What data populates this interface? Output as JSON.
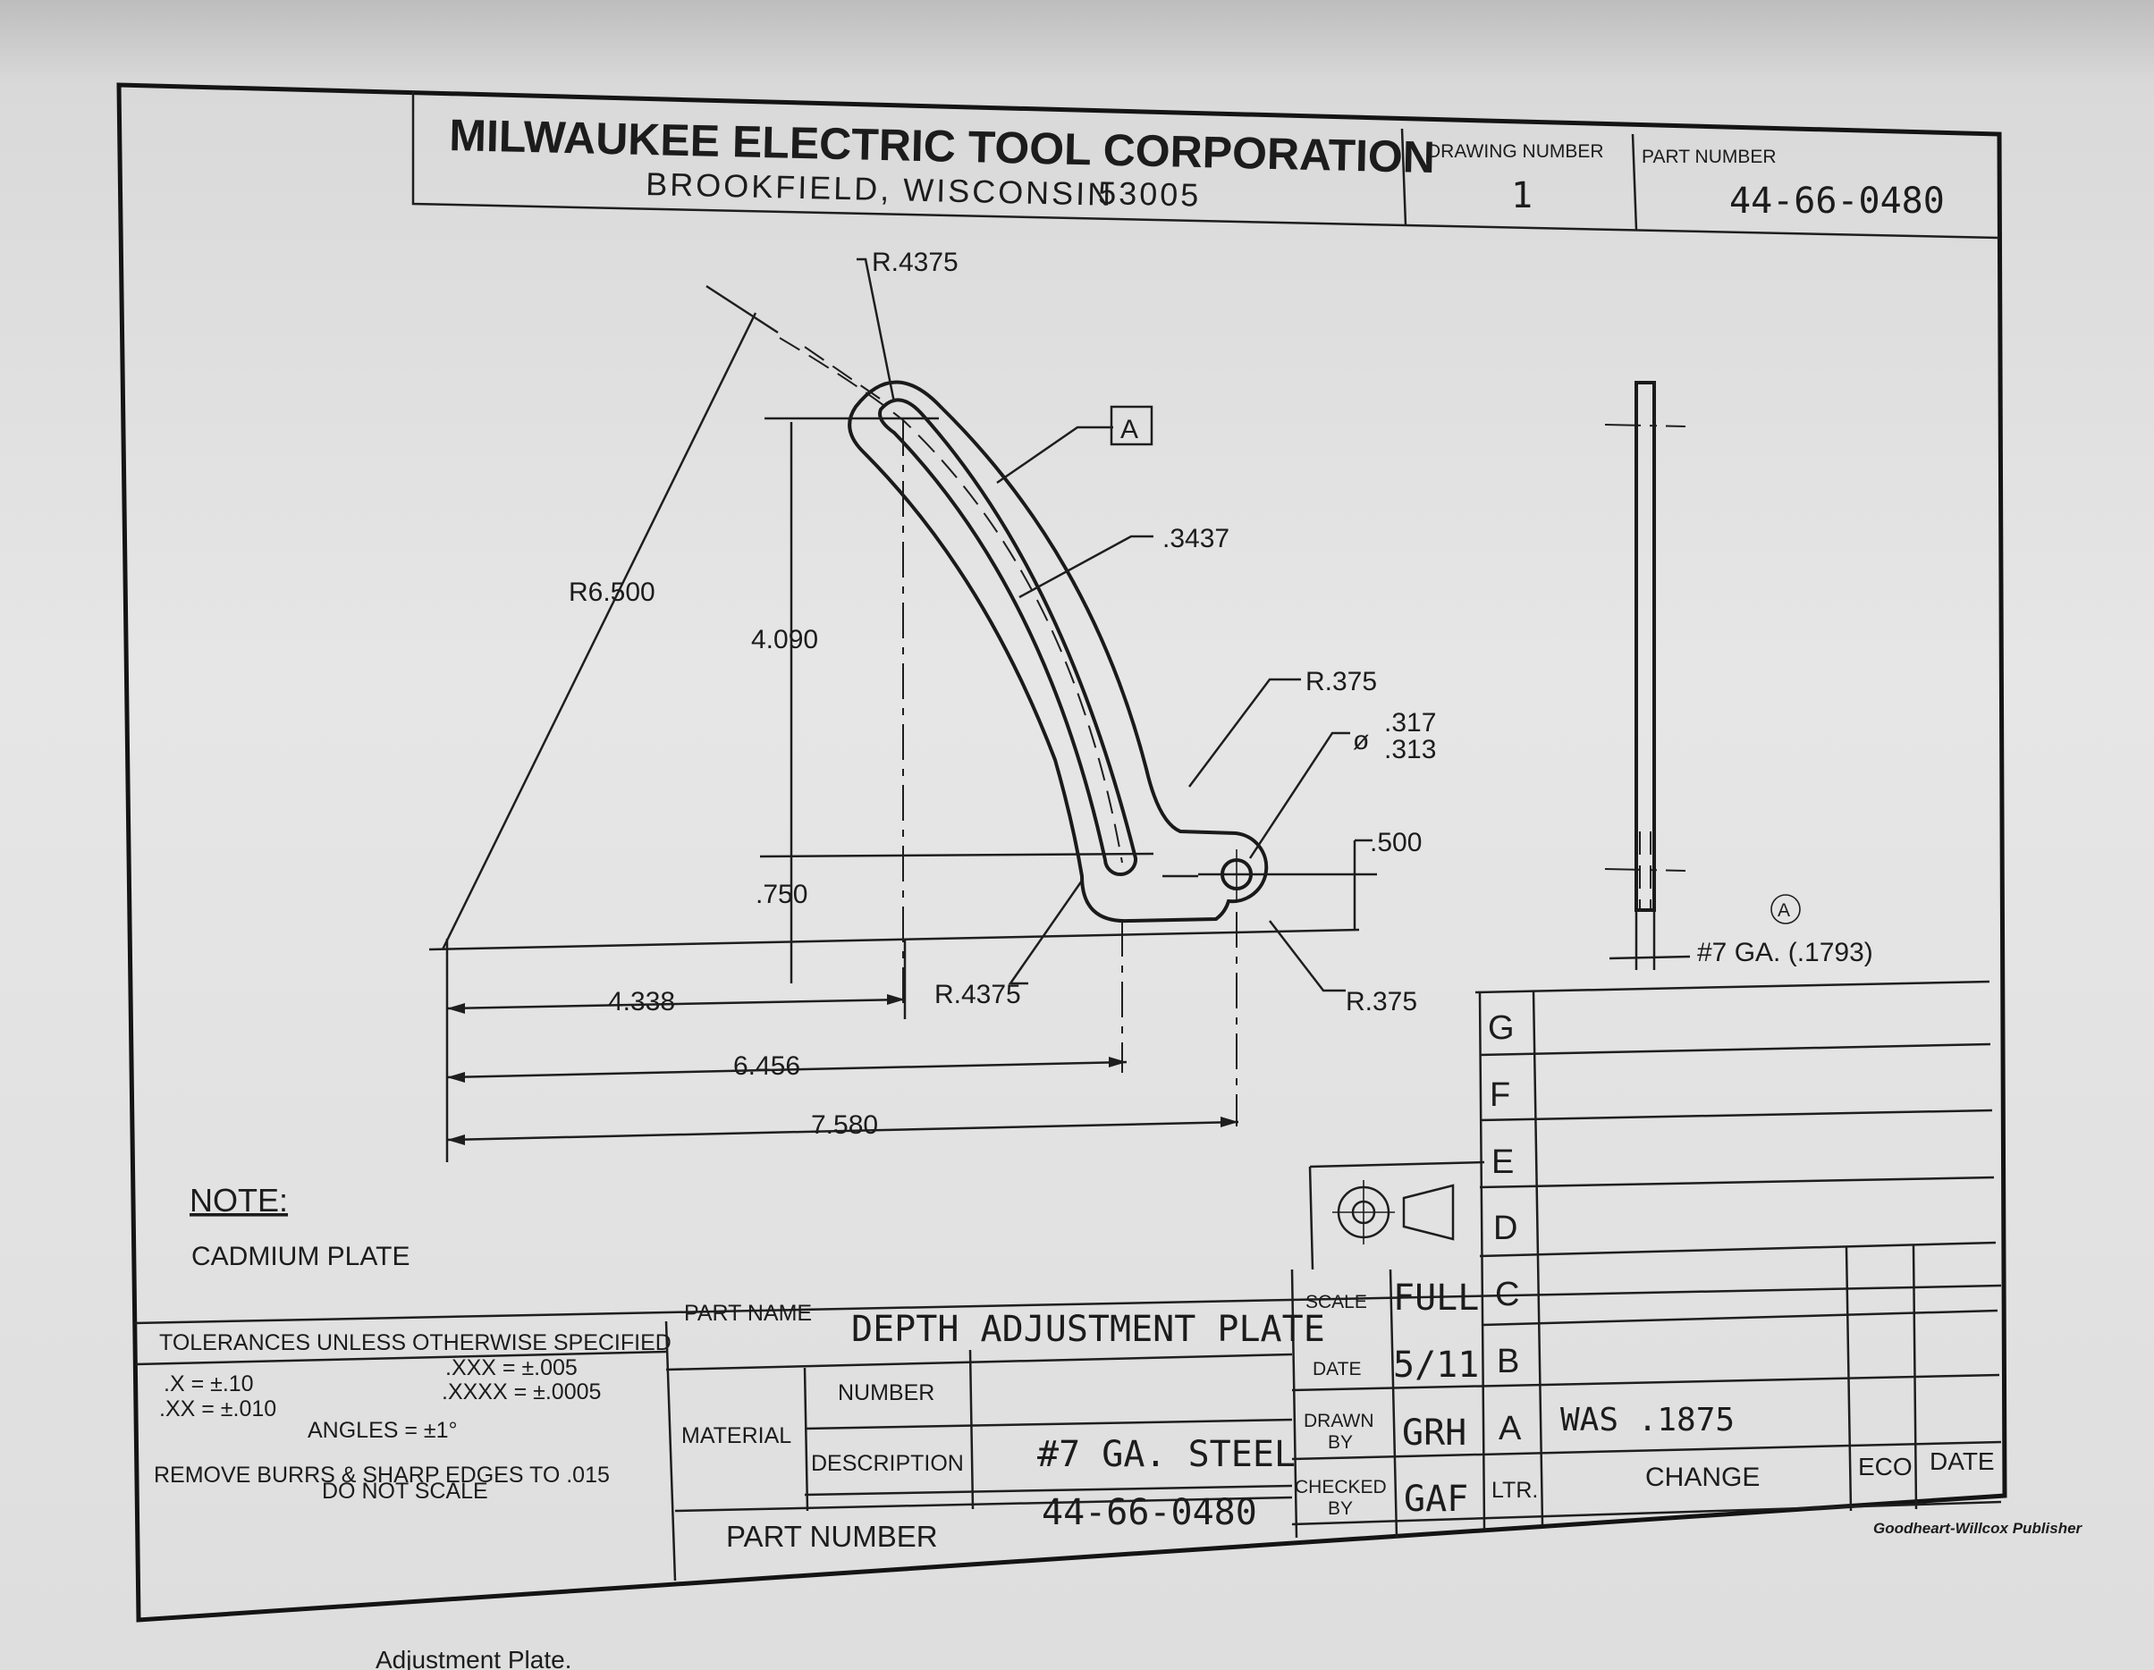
{
  "company": {
    "name": "MILWAUKEE ELECTRIC TOOL CORPORATION",
    "address": "BROOKFIELD, WISCONSIN",
    "zip": "53005"
  },
  "header": {
    "drawing_number_label": "DRAWING NUMBER",
    "drawing_number": "1",
    "part_number_label": "PART NUMBER",
    "part_number": "44-66-0480"
  },
  "dimensions": {
    "r_top": "R.4375",
    "tag_a": "A",
    "width_slot": ".3437",
    "r_large": "R6.500",
    "height": "4.090",
    "r_bend": "R.375",
    "hole_dia_upper": ".317",
    "hole_dia_lower": ".313",
    "dia_symbol": "ø",
    "offset": ".500",
    "offset_low": ".750",
    "r_bottom": "R.4375",
    "r_hole": "R.375",
    "x1": "4.338",
    "x2": "6.456",
    "x3": "7.580",
    "thickness": "#7 GA. (.1793)",
    "side_tag": "A"
  },
  "note": {
    "heading": "NOTE:",
    "text": "CADMIUM PLATE"
  },
  "tolerances": {
    "heading": "TOLERANCES UNLESS OTHERWISE SPECIFIED",
    "x": ".X = ±.10",
    "xx": ".XX = ±.010",
    "xxx": ".XXX = ±.005",
    "xxxx": ".XXXX = ±.0005",
    "angles": "ANGLES = ±1°",
    "burrs": "REMOVE BURRS & SHARP EDGES TO .015",
    "scale_note": "DO NOT SCALE"
  },
  "title_block": {
    "part_name_label": "PART NAME",
    "part_name": "DEPTH ADJUSTMENT PLATE",
    "material_label": "MATERIAL",
    "number_label": "NUMBER",
    "number_value": "",
    "description_label": "DESCRIPTION",
    "description_value": "#7 GA. STEEL",
    "part_number_label": "PART NUMBER",
    "part_number_value": "44-66-0480",
    "scale_label": "SCALE",
    "scale_value": "FULL",
    "date_label": "DATE",
    "date_value": "5/11",
    "drawn_label_1": "DRAWN",
    "drawn_label_2": "BY",
    "drawn_value": "GRH",
    "checked_label_1": "CHECKED",
    "checked_label_2": "BY",
    "checked_value": "GAF"
  },
  "revisions": {
    "letters": [
      "G",
      "F",
      "E",
      "D",
      "C",
      "B",
      "A"
    ],
    "change_a": "WAS .1875",
    "ltr_label": "LTR.",
    "change_label": "CHANGE",
    "eco_label": "ECO",
    "date_label": "DATE"
  },
  "publisher": "Goodheart-Willcox Publisher",
  "caption": "Adjustment Plate."
}
